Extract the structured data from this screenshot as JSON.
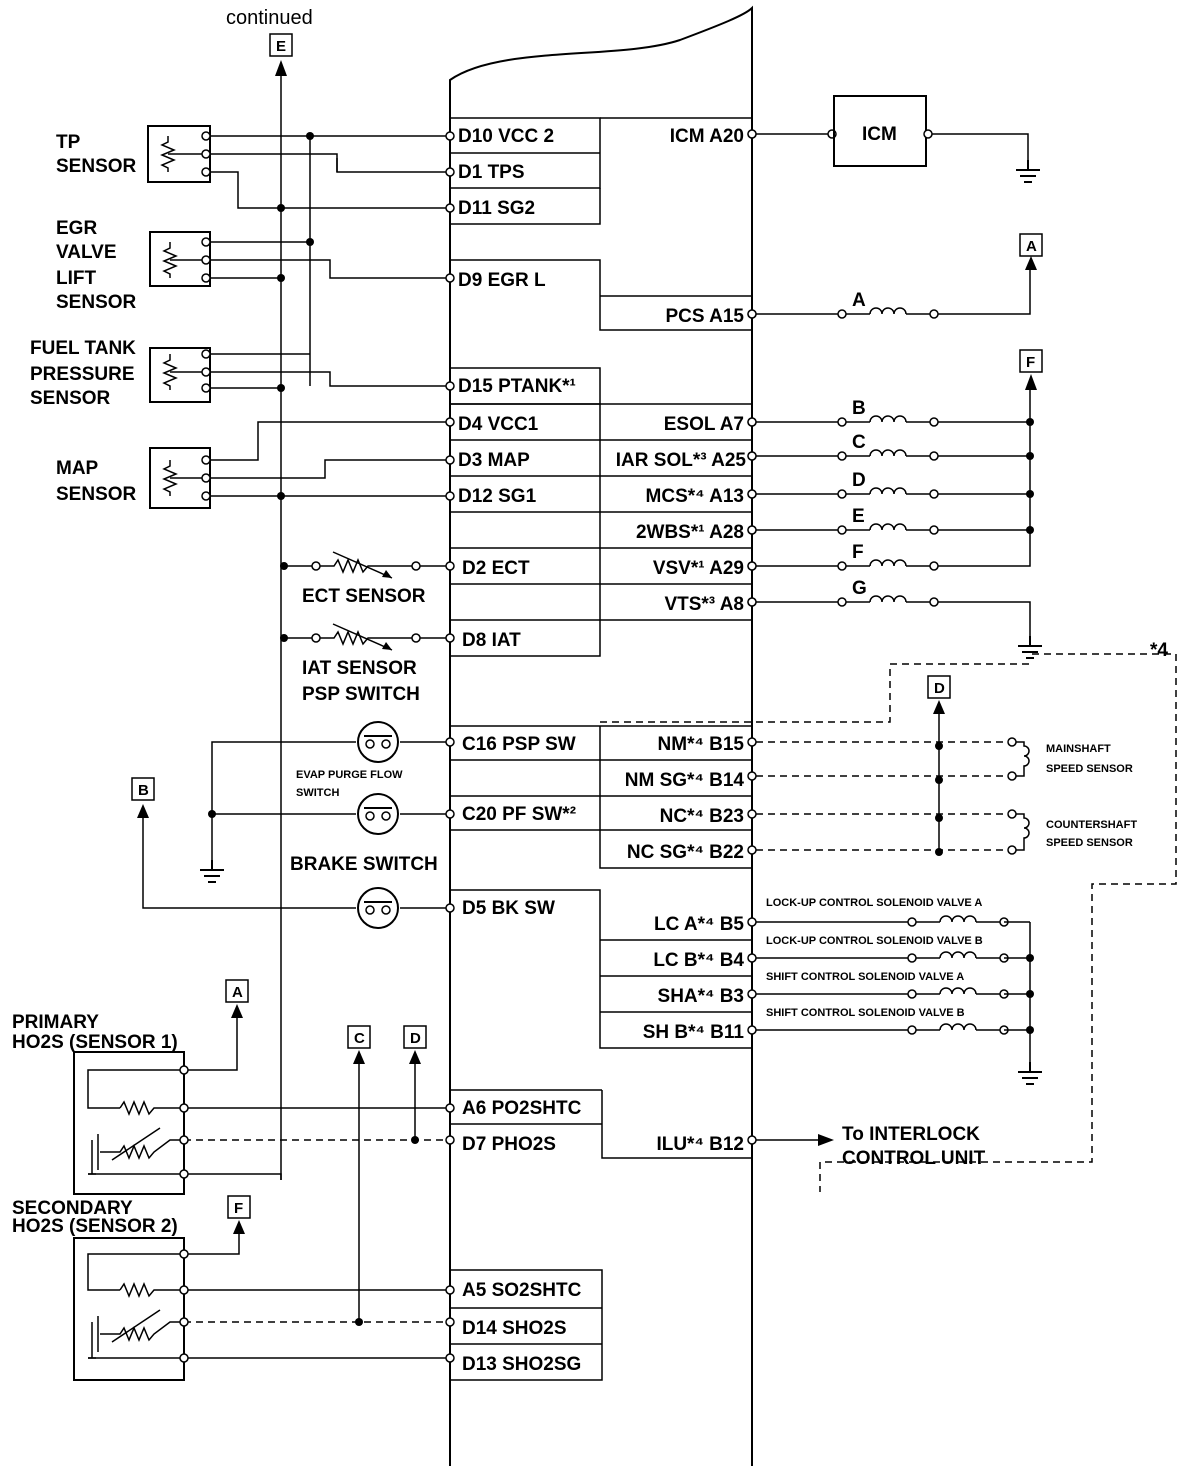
{
  "header": {
    "continued": "continued"
  },
  "connectors": {
    "A": "A",
    "B": "B",
    "C": "C",
    "D": "D",
    "E": "E",
    "F": "F"
  },
  "sensors": {
    "tp": [
      "TP",
      "SENSOR"
    ],
    "egr": [
      "EGR",
      "VALVE",
      "LIFT",
      "SENSOR"
    ],
    "fuel": [
      "FUEL TANK",
      "PRESSURE",
      "SENSOR"
    ],
    "map": [
      "MAP",
      "SENSOR"
    ],
    "ect": "ECT SENSOR",
    "iat": "IAT SENSOR",
    "psp": "PSP SWITCH",
    "evap": [
      "EVAP PURGE FLOW",
      "SWITCH"
    ],
    "brake": "BRAKE SWITCH",
    "primary": [
      "PRIMARY",
      "HO2S (SENSOR 1)"
    ],
    "secondary": [
      "SECONDARY",
      "HO2S (SENSOR 2)"
    ]
  },
  "pins_left": {
    "d10": "D10 VCC 2",
    "d1": "D1 TPS",
    "d11": "D11 SG2",
    "d9": "D9 EGR L",
    "d15": "D15 PTANK*¹",
    "d4": "D4 VCC1",
    "d3": "D3 MAP",
    "d12": "D12 SG1",
    "d2": "D2 ECT",
    "d8": "D8 IAT",
    "c16": "C16 PSP SW",
    "c20": "C20 PF SW*²",
    "d5": "D5 BK SW",
    "a6": "A6 PO2SHTC",
    "d7": "D7 PHO2S",
    "a5": "A5 SO2SHTC",
    "d14": "D14 SHO2S",
    "d13": "D13 SHO2SG"
  },
  "pins_right": {
    "a20": "ICM A20",
    "a15": "PCS A15",
    "a7": "ESOL A7",
    "a25": "IAR SOL*³ A25",
    "a13": "MCS*⁴ A13",
    "a28": "2WBS*¹ A28",
    "a29": "VSV*¹ A29",
    "a8": "VTS*³ A8",
    "b15": "NM*⁴ B15",
    "b14": "NM SG*⁴ B14",
    "b23": "NC*⁴ B23",
    "b22": "NC SG*⁴ B22",
    "b5": "LC A*⁴ B5",
    "b4": "LC B*⁴ B4",
    "b3": "SHA*⁴ B3",
    "b11": "SH B*⁴ B11",
    "b12": "ILU*⁴ B12"
  },
  "components": {
    "icm": "ICM",
    "coils": [
      "A",
      "B",
      "C",
      "D",
      "E",
      "F",
      "G"
    ],
    "mainshaft": [
      "MAINSHAFT",
      "SPEED SENSOR"
    ],
    "countershaft": [
      "COUNTERSHAFT",
      "SPEED SENSOR"
    ],
    "lc_a": "LOCK-UP CONTROL SOLENOID VALVE A",
    "lc_b": "LOCK-UP CONTROL SOLENOID VALVE B",
    "sh_a": "SHIFT CONTROL SOLENOID VALVE A",
    "sh_b": "SHIFT CONTROL SOLENOID VALVE B",
    "interlock": [
      "To INTERLOCK",
      "CONTROL UNIT"
    ],
    "note4": "*4"
  }
}
